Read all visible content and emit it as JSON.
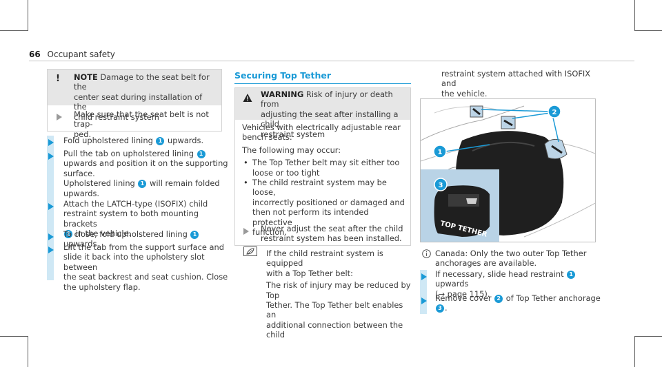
{
  "page": {
    "number": "66",
    "title": "Occupant safety"
  },
  "note": {
    "icon": "exclamation-icon",
    "label": "NOTE",
    "line1_rest": "Damage to the seat belt for the",
    "line2": "center seat during installation of the",
    "line3": "child restraint system",
    "step_line1": "Make sure that the seat belt is not trap-",
    "step_line2": "ped."
  },
  "left_steps": {
    "s1": {
      "a": "Fold upholstered lining",
      "b": "upwards."
    },
    "s2": {
      "l1": "Pull the tab on upholstered lining",
      "l2": "upwards and position it on the supporting",
      "l3": "surface.",
      "l4a": "Upholstered lining",
      "l4b": "will remain folded",
      "l5": "upwards."
    },
    "s3": {
      "l1": "Attach the LATCH-type (ISOFIX) child",
      "l2": "restraint system to both mounting brackets",
      "l3b": "in the vehicle."
    },
    "s4": {
      "a": "To close, fold upholstered lining",
      "b": "upwards."
    },
    "s5": {
      "l1": "Lift the tab from the support surface and",
      "l2": "slide it back into the upholstery slot between",
      "l3": "the seat backrest and seat cushion. Close",
      "l4": "the upholstery flap."
    }
  },
  "badges": {
    "one": "1",
    "two": "2",
    "three": "3"
  },
  "section": {
    "title": "Securing Top Tether"
  },
  "warning": {
    "label": "WARNING",
    "l1": "Risk of injury or death from",
    "l2": "adjusting the seat after installing a child",
    "l3": "restraint system",
    "p1a": "Vehicles with electrically adjustable rear",
    "p1b": "bench seats:",
    "p2": "The following may occur:",
    "b1a": "The Top Tether belt may sit either too",
    "b1b": "loose or too tight",
    "b2a": "The child restraint system may be loose,",
    "b2b": "incorrectly positioned or damaged and",
    "b2c": "then not perform its intended protective",
    "b2d": "function.",
    "stepa": "Never adjust the seat after the child",
    "stepb": "restraint system has been installed."
  },
  "environment": {
    "l1": "If the child restraint system is equipped",
    "l2": "with a Top Tether belt:",
    "l3": "The risk of injury may be reduced by Top",
    "l4": "Tether. The Top Tether belt enables an",
    "l5": "additional connection between the child"
  },
  "right_column": {
    "cont1": "restraint system attached with ISOFIX and",
    "cont2": "the vehicle.",
    "illus_label": "TOP TETHER",
    "info1": "Canada: Only the two outer Top Tether",
    "info2": "anchorages are available.",
    "s1a": "If necessary, slide head restraint",
    "s1b": "upwards",
    "s1c": "(→ page 115).",
    "s2a": "Remove cover",
    "s2b": "of Top Tether anchorage",
    "s2c": "."
  },
  "colors": {
    "accent": "#1a9ad6",
    "step_bar": "#cfe8f5",
    "box_header": "#e6e6e6"
  }
}
